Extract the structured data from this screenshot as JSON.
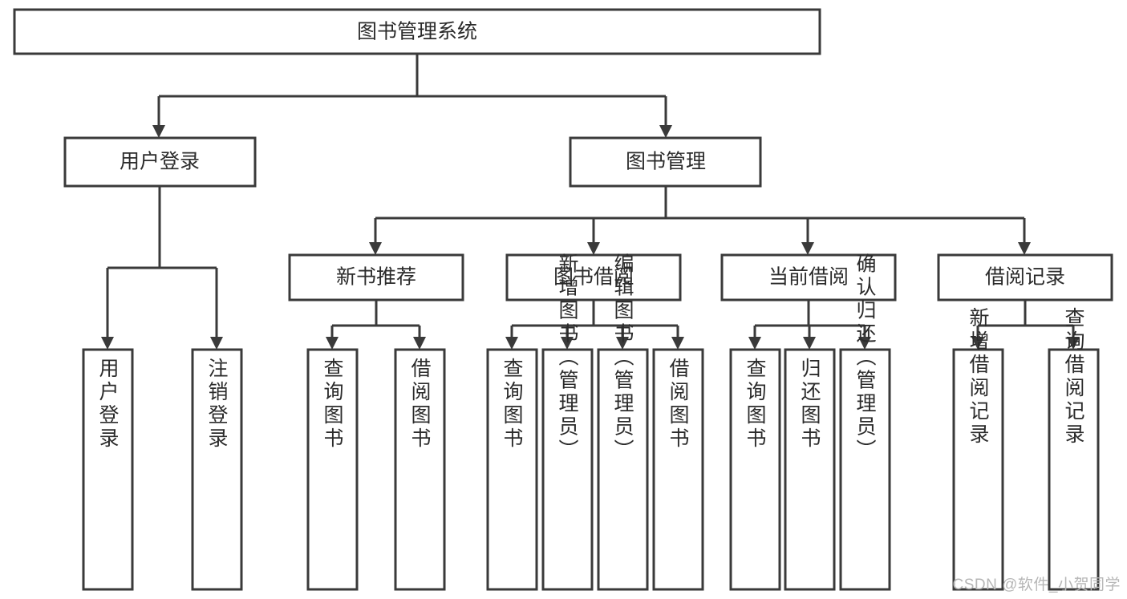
{
  "diagram": {
    "title": "图书管理系统",
    "watermark": "CSDN @软件_小贺同学",
    "colors": {
      "stroke": "#3a3a3a",
      "fill": "#ffffff",
      "text": "#2b2b2b",
      "watermark": "#b6b6b6"
    },
    "root": {
      "label": "图书管理系统"
    },
    "level2": [
      {
        "label": "用户登录"
      },
      {
        "label": "图书管理"
      }
    ],
    "level3": [
      {
        "label": "新书推荐"
      },
      {
        "label": "图书借阅"
      },
      {
        "label": "当前借阅"
      },
      {
        "label": "借阅记录"
      }
    ],
    "leaves": {
      "user_login": [
        {
          "label": "用户登录"
        },
        {
          "label": "注销登录"
        }
      ],
      "new_book": [
        {
          "label": "查询图书"
        },
        {
          "label": "借阅图书"
        }
      ],
      "book_borrow": [
        {
          "label": "查询图书"
        },
        {
          "label": "新增图书（管理员）"
        },
        {
          "label": "编辑图书（管理员）"
        },
        {
          "label": "借阅图书"
        }
      ],
      "current_borrow": [
        {
          "label": "查询图书"
        },
        {
          "label": "归还图书"
        },
        {
          "label": "确认归还（管理员）"
        }
      ],
      "borrow_record": [
        {
          "label": "新增借阅记录"
        },
        {
          "label": "查询借阅记录"
        }
      ]
    }
  },
  "chart_data": {
    "type": "diagram",
    "subtype": "tree-hierarchy",
    "title": "图书管理系统",
    "nodes": [
      {
        "id": "root",
        "label": "图书管理系统",
        "level": 0,
        "parent": null
      },
      {
        "id": "n-user-login",
        "label": "用户登录",
        "level": 1,
        "parent": "root"
      },
      {
        "id": "n-book-mgmt",
        "label": "图书管理",
        "level": 1,
        "parent": "root"
      },
      {
        "id": "n-new-book",
        "label": "新书推荐",
        "level": 2,
        "parent": "n-book-mgmt"
      },
      {
        "id": "n-book-borrow",
        "label": "图书借阅",
        "level": 2,
        "parent": "n-book-mgmt"
      },
      {
        "id": "n-current-borrow",
        "label": "当前借阅",
        "level": 2,
        "parent": "n-book-mgmt"
      },
      {
        "id": "n-borrow-record",
        "label": "借阅记录",
        "level": 2,
        "parent": "n-book-mgmt"
      },
      {
        "id": "l-user-login",
        "label": "用户登录",
        "level": 3,
        "parent": "n-user-login"
      },
      {
        "id": "l-user-logout",
        "label": "注销登录",
        "level": 3,
        "parent": "n-user-login"
      },
      {
        "id": "l-nb-query",
        "label": "查询图书",
        "level": 3,
        "parent": "n-new-book"
      },
      {
        "id": "l-nb-borrow",
        "label": "借阅图书",
        "level": 3,
        "parent": "n-new-book"
      },
      {
        "id": "l-bb-query",
        "label": "查询图书",
        "level": 3,
        "parent": "n-book-borrow"
      },
      {
        "id": "l-bb-add",
        "label": "新增图书（管理员）",
        "level": 3,
        "parent": "n-book-borrow"
      },
      {
        "id": "l-bb-edit",
        "label": "编辑图书（管理员）",
        "level": 3,
        "parent": "n-book-borrow"
      },
      {
        "id": "l-bb-borrow",
        "label": "借阅图书",
        "level": 3,
        "parent": "n-book-borrow"
      },
      {
        "id": "l-cb-query",
        "label": "查询图书",
        "level": 3,
        "parent": "n-current-borrow"
      },
      {
        "id": "l-cb-return",
        "label": "归还图书",
        "level": 3,
        "parent": "n-current-borrow"
      },
      {
        "id": "l-cb-confirm",
        "label": "确认归还（管理员）",
        "level": 3,
        "parent": "n-current-borrow"
      },
      {
        "id": "l-br-add",
        "label": "新增借阅记录",
        "level": 3,
        "parent": "n-borrow-record"
      },
      {
        "id": "l-br-query",
        "label": "查询借阅记录",
        "level": 3,
        "parent": "n-borrow-record"
      }
    ],
    "edge_style": "orthogonal-arrow",
    "orientation": "top-down"
  }
}
